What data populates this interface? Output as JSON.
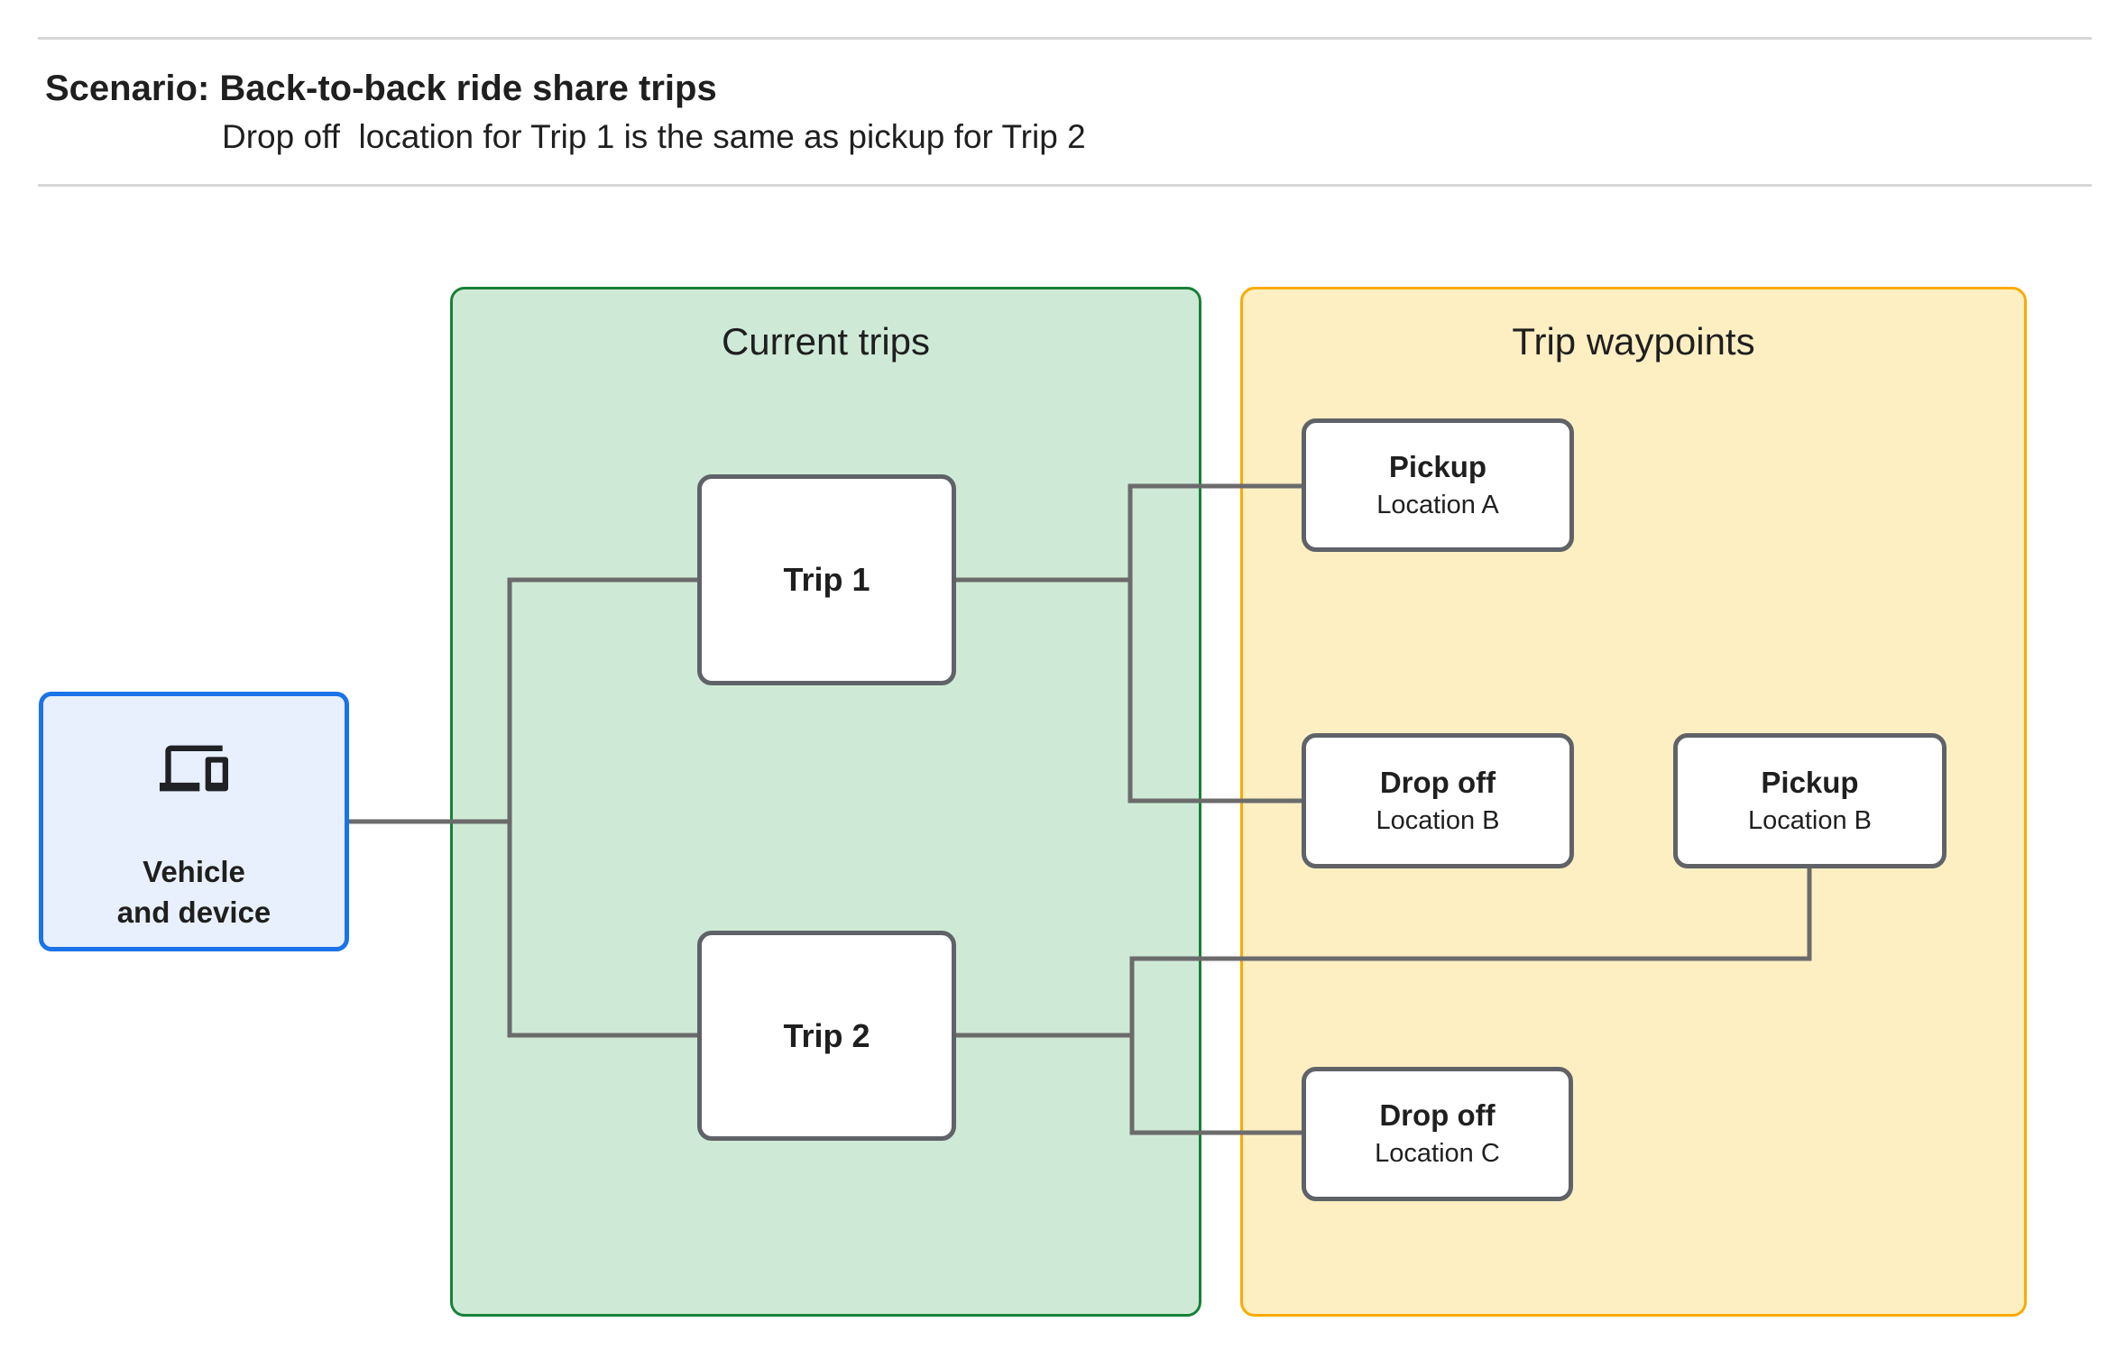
{
  "header": {
    "title": "Scenario: Back-to-back ride share trips",
    "subtitle": "Drop off  location for Trip 1 is the same as pickup for Trip 2"
  },
  "vehicle_node": {
    "label": "Vehicle\nand device",
    "icon": "devices-icon"
  },
  "panels": {
    "current_trips": {
      "title": "Current trips",
      "fill": "#ceead6",
      "border": "#188038"
    },
    "trip_waypoints": {
      "title": "Trip waypoints",
      "fill": "#feefc3",
      "border": "#f9ab00"
    }
  },
  "trips": {
    "trip1": {
      "label": "Trip 1"
    },
    "trip2": {
      "label": "Trip 2"
    }
  },
  "waypoints": {
    "pickup_a": {
      "title": "Pickup",
      "subtitle": "Location A"
    },
    "dropoff_b": {
      "title": "Drop off",
      "subtitle": "Location B"
    },
    "pickup_b": {
      "title": "Pickup",
      "subtitle": "Location B"
    },
    "dropoff_c": {
      "title": "Drop off",
      "subtitle": "Location C"
    }
  },
  "colors": {
    "vehicle_fill": "#e8f0fe",
    "vehicle_border": "#1a73e8",
    "node_border": "#5f6368",
    "connector": "#6b6b6b",
    "divider": "#d7d7d7",
    "text": "#1f1f1f",
    "icon": "#202124"
  }
}
